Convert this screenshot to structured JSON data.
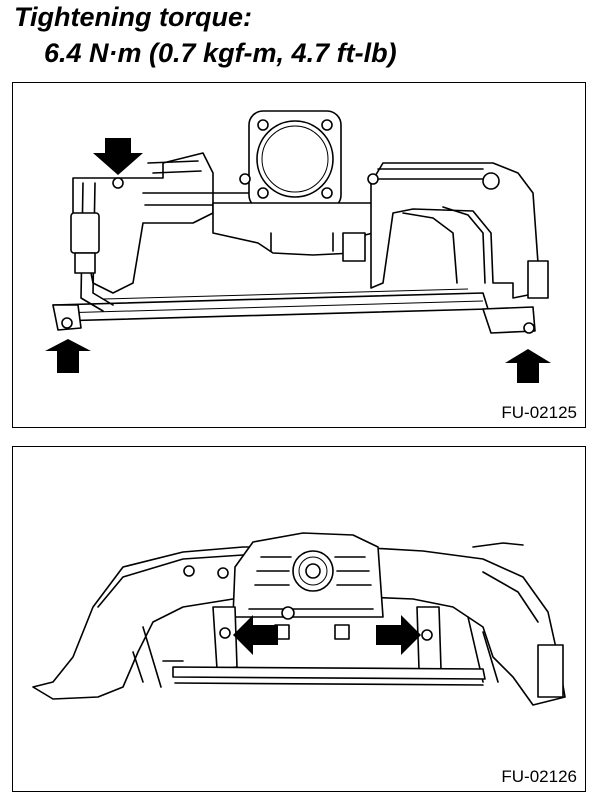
{
  "header": {
    "line1": "Tightening torque:",
    "line2": "6.4 N·m (0.7 kgf-m, 4.7 ft-lb)"
  },
  "figures": [
    {
      "code": "FU-02125"
    },
    {
      "code": "FU-02126"
    }
  ],
  "icons": {
    "callout_arrow": "solid-black-arrow-icon",
    "bolt": "bolt-icon"
  },
  "colors": {
    "line": "#000000",
    "background": "#ffffff"
  }
}
